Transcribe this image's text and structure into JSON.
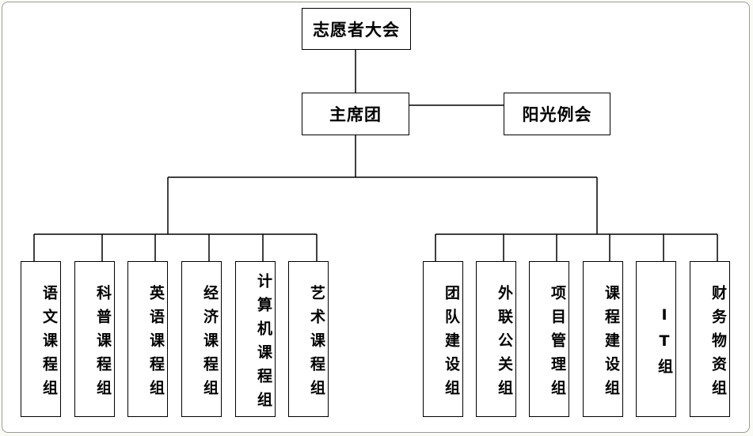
{
  "org": {
    "assembly": "志愿者大会",
    "presidium": "主席团",
    "sunshine": "阳光例会",
    "left_groups": [
      "语文课程组",
      "科普课程组",
      "英语课程组",
      "经济课程组",
      "计算机课程组",
      "艺术课程组"
    ],
    "right_groups": [
      "团队建设组",
      "外联公关组",
      "项目管理组",
      "课程建设组",
      "IT组",
      "财务物资组"
    ]
  }
}
